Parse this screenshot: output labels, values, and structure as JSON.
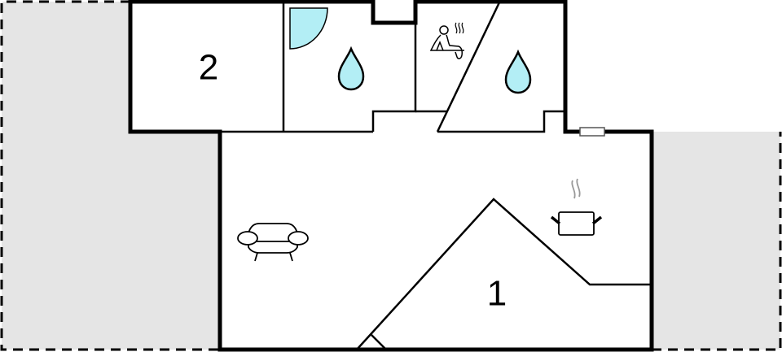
{
  "floorplan": {
    "rooms": [
      {
        "id": "room-1",
        "label": "1",
        "type": "bedroom"
      },
      {
        "id": "room-2",
        "label": "2",
        "type": "bedroom"
      }
    ],
    "fixtures": [
      {
        "name": "shower-icon",
        "room": "bathroom-left"
      },
      {
        "name": "water-drop-icon",
        "room": "bathroom-left"
      },
      {
        "name": "sauna-icon",
        "room": "sauna"
      },
      {
        "name": "water-drop-icon",
        "room": "bathroom-right"
      },
      {
        "name": "armchair-icon",
        "room": "living-room"
      },
      {
        "name": "cooking-pot-icon",
        "room": "kitchen"
      }
    ],
    "areas": [
      {
        "name": "terrace-left",
        "style": "dashed outline"
      },
      {
        "name": "terrace-right",
        "style": "dashed outline"
      }
    ]
  },
  "colors": {
    "wall": "#000000",
    "terrace_fill": "#e5e5e5",
    "water_fill": "#b3eef5",
    "background": "#ffffff",
    "steam": "#999999"
  }
}
